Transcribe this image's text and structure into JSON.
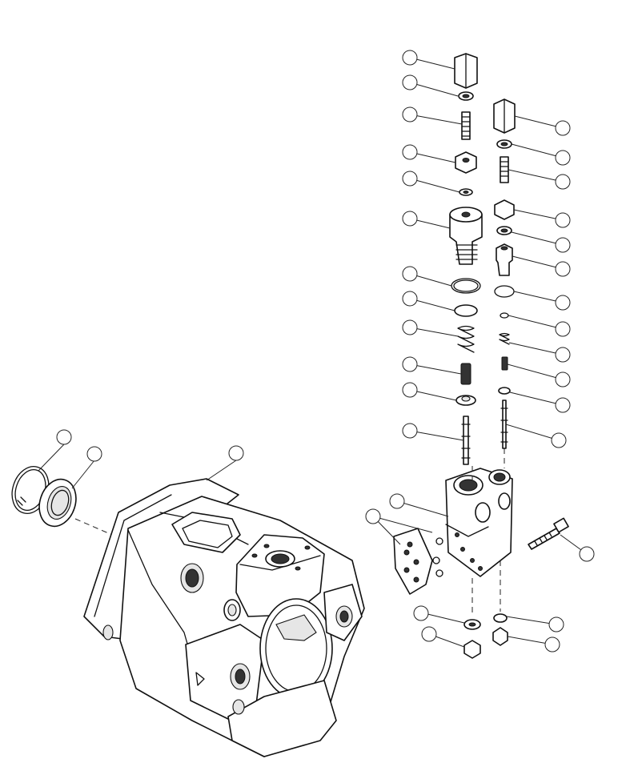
{
  "figure": {
    "background": "#ffffff",
    "line_color": "#111111",
    "callouts": [
      {
        "id": "c01"
      },
      {
        "id": "c02"
      },
      {
        "id": "c03"
      },
      {
        "id": "c04"
      },
      {
        "id": "c05"
      },
      {
        "id": "c06"
      },
      {
        "id": "c07"
      },
      {
        "id": "c08"
      },
      {
        "id": "c09"
      },
      {
        "id": "c10"
      },
      {
        "id": "c11"
      },
      {
        "id": "c12"
      },
      {
        "id": "c13"
      },
      {
        "id": "c14"
      },
      {
        "id": "c15"
      },
      {
        "id": "c16"
      },
      {
        "id": "c17"
      },
      {
        "id": "c18"
      },
      {
        "id": "c19"
      },
      {
        "id": "c20"
      },
      {
        "id": "c21"
      },
      {
        "id": "c22"
      },
      {
        "id": "c23"
      },
      {
        "id": "c24"
      },
      {
        "id": "c25"
      },
      {
        "id": "c26"
      },
      {
        "id": "c27"
      },
      {
        "id": "c28"
      },
      {
        "id": "c29"
      },
      {
        "id": "c30"
      },
      {
        "id": "c31"
      },
      {
        "id": "c32"
      },
      {
        "id": "c33"
      },
      {
        "id": "c34"
      },
      {
        "id": "c35"
      }
    ]
  }
}
